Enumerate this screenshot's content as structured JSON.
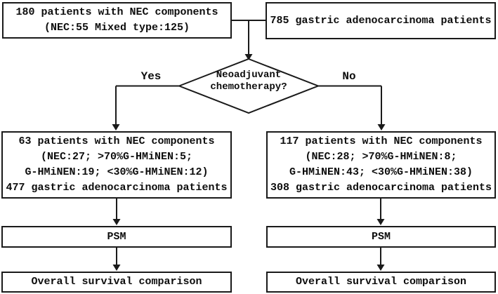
{
  "flowchart": {
    "colors": {
      "line": "#1a1a1a",
      "text": "#0d0d0d",
      "box_background": "#ffffff",
      "page_background": "#ffffff"
    },
    "top_left_box": {
      "lines": [
        "180 patients with NEC components",
        "(NEC:55 Mixed type:125)"
      ]
    },
    "top_right_box": {
      "lines": [
        "785 gastric adenocarcinoma patients"
      ]
    },
    "decision": {
      "lines": [
        "Neoadjuvant",
        "chemotherapy?"
      ]
    },
    "yes_label": "Yes",
    "no_label": "No",
    "left_branch": {
      "cohort_box": {
        "lines": [
          "63 patients with NEC components",
          "(NEC:27; >70%G-HMiNEN:5;",
          "G-HMiNEN:19; <30%G-HMiNEN:12)",
          "477 gastric adenocarcinoma patients"
        ]
      },
      "psm_label": "PSM",
      "outcome_label": "Overall survival comparison"
    },
    "right_branch": {
      "cohort_box": {
        "lines": [
          "117 patients with NEC components",
          "(NEC:28; >70%G-HMiNEN:8;",
          "G-HMiNEN:43; <30%G-HMiNEN:38)",
          "308 gastric adenocarcinoma patients"
        ]
      },
      "psm_label": "PSM",
      "outcome_label": "Overall survival comparison"
    }
  }
}
